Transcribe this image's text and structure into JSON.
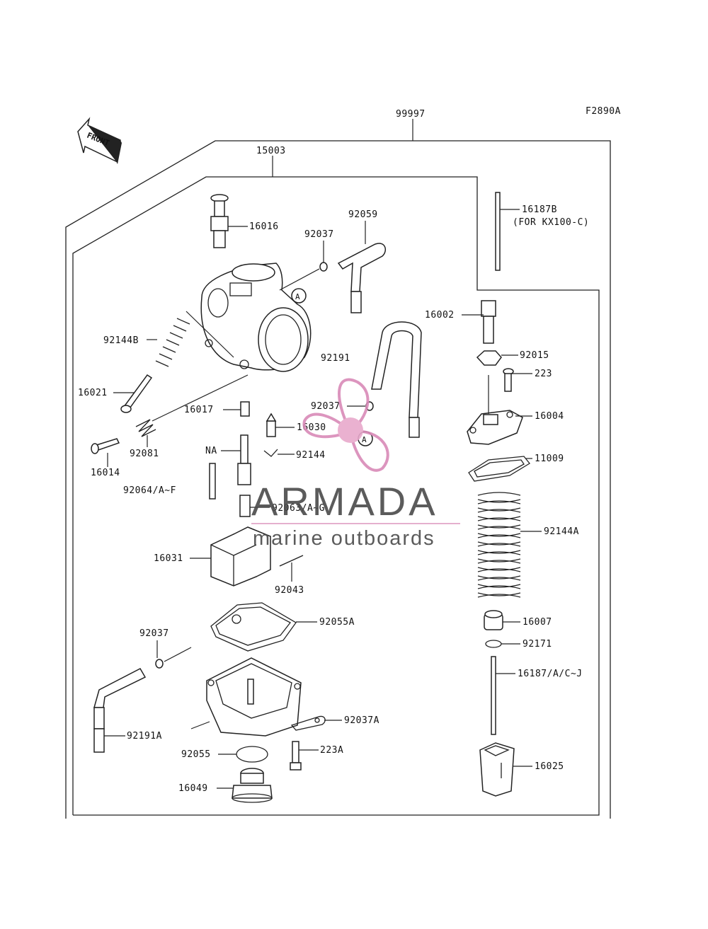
{
  "figure_code": "F2890A",
  "front_arrow_label": "FRONT",
  "watermark": {
    "brand": "ARMADA",
    "tagline": "marine outboards",
    "accent": "#d98ab8"
  },
  "assembly_labels": {
    "outer": "99997",
    "inner": "15003"
  },
  "parts": {
    "p16016": "16016",
    "p92037_top": "92037",
    "p92059": "92059",
    "p16187B": "16187B",
    "p16187B_note": "(FOR KX100-C)",
    "p92144B": "92144B",
    "p16021": "16021",
    "p16014": "16014",
    "p92081": "92081",
    "p92191": "92191",
    "p16002": "16002",
    "p92015": "92015",
    "p223": "223",
    "p16004": "16004",
    "p16017": "16017",
    "p92037_mid": "92037",
    "p16030": "16030",
    "pNA": "NA",
    "p92144": "92144",
    "p11009": "11009",
    "p92064": "92064/A~F",
    "p92063": "92063/A~G",
    "p92144A": "92144A",
    "p16031": "16031",
    "p92043": "92043",
    "p92055A": "92055A",
    "p16007": "16007",
    "p92037_low": "92037",
    "p92171": "92171",
    "p16187": "16187/A/C~J",
    "p92037A": "92037A",
    "p92191A": "92191A",
    "p223A": "223A",
    "p92055": "92055",
    "p16025": "16025",
    "p16049": "16049",
    "markA1": "A",
    "markA2": "A"
  }
}
